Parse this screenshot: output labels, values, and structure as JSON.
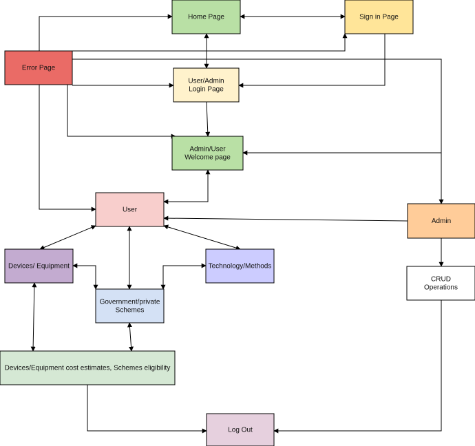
{
  "nodes": [
    {
      "id": "home",
      "lines": [
        "Home Page"
      ],
      "color": "#b9e0a5"
    },
    {
      "id": "signin",
      "lines": [
        "Sign in  Page"
      ],
      "color": "#ffe599"
    },
    {
      "id": "error",
      "lines": [
        "Error Page"
      ],
      "color": "#ea6b66"
    },
    {
      "id": "login",
      "lines": [
        "User/Admin",
        "Login Page"
      ],
      "color": "#fff2cc"
    },
    {
      "id": "welcome",
      "lines": [
        "Admin/User",
        "Welcome page"
      ],
      "color": "#b9e0a5"
    },
    {
      "id": "user",
      "lines": [
        "User"
      ],
      "color": "#f8cecc"
    },
    {
      "id": "admin",
      "lines": [
        "Admin"
      ],
      "color": "#ffcc99"
    },
    {
      "id": "devices",
      "lines": [
        "Devices/ Equipment"
      ],
      "color": "#c3abd0"
    },
    {
      "id": "tech",
      "lines": [
        "Technology/Methods"
      ],
      "color": "#ccccff"
    },
    {
      "id": "schemes",
      "lines": [
        "Government/private",
        "Schemes"
      ],
      "color": "#d4e1f5"
    },
    {
      "id": "crud",
      "lines": [
        "CRUD",
        "Operations"
      ],
      "color": "#ffffff"
    },
    {
      "id": "estimates",
      "lines": [
        "Devices/Equipment  cost estimates, Schemes eligibility"
      ],
      "color": "#d5e8d4"
    },
    {
      "id": "logout",
      "lines": [
        "Log Out"
      ],
      "color": "#e6d0de"
    }
  ],
  "edges": [
    {
      "from": "home",
      "to": "signin",
      "bidirectional": true
    },
    {
      "from": "home",
      "to": "login",
      "bidirectional": true
    },
    {
      "from": "signin",
      "to": "login"
    },
    {
      "from": "error",
      "to": "home"
    },
    {
      "from": "error",
      "to": "signin"
    },
    {
      "from": "error",
      "to": "login"
    },
    {
      "from": "error",
      "to": "welcome"
    },
    {
      "from": "error",
      "to": "user"
    },
    {
      "from": "error",
      "to": "admin"
    },
    {
      "from": "login",
      "to": "welcome"
    },
    {
      "from": "welcome",
      "to": "user",
      "bidirectional": true
    },
    {
      "from": "admin",
      "to": "welcome"
    },
    {
      "from": "admin",
      "to": "user"
    },
    {
      "from": "user",
      "to": "devices",
      "bidirectional": true
    },
    {
      "from": "user",
      "to": "tech",
      "bidirectional": true
    },
    {
      "from": "user",
      "to": "schemes",
      "bidirectional": true
    },
    {
      "from": "devices",
      "to": "schemes",
      "bidirectional": true
    },
    {
      "from": "tech",
      "to": "schemes",
      "bidirectional": true
    },
    {
      "from": "devices",
      "to": "estimates",
      "bidirectional": true
    },
    {
      "from": "schemes",
      "to": "estimates",
      "bidirectional": true
    },
    {
      "from": "admin",
      "to": "crud"
    },
    {
      "from": "crud",
      "to": "logout"
    },
    {
      "from": "estimates",
      "to": "logout"
    }
  ]
}
